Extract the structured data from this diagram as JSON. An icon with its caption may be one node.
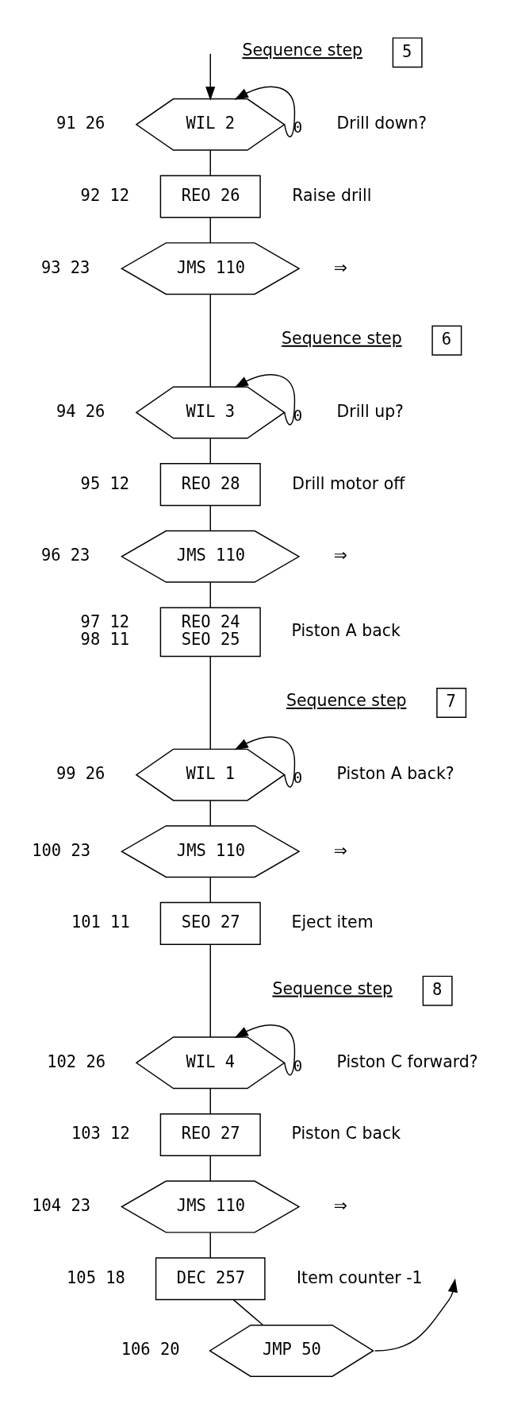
{
  "diagram": {
    "nodes": [
      {
        "text": [
          "5"
        ],
        "beside": [
          "Sequence step"
        ]
      },
      {
        "text": [
          "WIL 2"
        ],
        "beside": [
          "91 26",
          "Drill down?"
        ]
      },
      {
        "text": [
          "REO 26"
        ],
        "beside": [
          "92 12",
          "Raise drill"
        ]
      },
      {
        "text": [
          "JMS 110"
        ],
        "beside": [
          "93 23",
          "⇒"
        ]
      },
      {
        "text": [
          "6"
        ],
        "beside": [
          "Sequence step"
        ]
      },
      {
        "text": [
          "WIL 3"
        ],
        "beside": [
          "94 26",
          "Drill up?"
        ]
      },
      {
        "text": [
          "REO 28"
        ],
        "beside": [
          "95 12",
          "Drill motor off"
        ]
      },
      {
        "text": [
          "JMS 110"
        ],
        "beside": [
          "96 23",
          "⇒"
        ]
      },
      {
        "text": [
          "REO 24",
          "SEO 25"
        ],
        "beside": [
          "97 12",
          "98 11",
          "Piston A back"
        ]
      },
      {
        "text": [
          "7"
        ],
        "beside": [
          "Sequence step"
        ]
      },
      {
        "text": [
          "WIL 1"
        ],
        "beside": [
          "99 26",
          "Piston A back?"
        ]
      },
      {
        "text": [
          "JMS 110"
        ],
        "beside": [
          "100 23",
          "⇒"
        ]
      },
      {
        "text": [
          "SEO 27"
        ],
        "beside": [
          "101 11",
          "Eject item"
        ]
      },
      {
        "text": [
          "8"
        ],
        "beside": [
          "Sequence step"
        ]
      },
      {
        "text": [
          "WIL 4"
        ],
        "beside": [
          "102 26",
          "Piston C forward?"
        ]
      },
      {
        "text": [
          "REO 27"
        ],
        "beside": [
          "103 12",
          "Piston C back"
        ]
      },
      {
        "text": [
          "JMS 110"
        ],
        "beside": [
          "104 23",
          "⇒"
        ]
      },
      {
        "text": [
          "DEC 257"
        ],
        "beside": [
          "105 18",
          "Item counter -1"
        ]
      },
      {
        "text": [
          "JMP 50"
        ],
        "beside": [
          "106 20"
        ]
      }
    ],
    "edges": [
      {
        "from": null,
        "to": 1,
        "arrow": "to"
      },
      {
        "from": 1,
        "to": 1,
        "label": "0",
        "arrow": "to"
      },
      {
        "from": 1,
        "to": 2,
        "arrow": "none"
      },
      {
        "from": 2,
        "to": 3,
        "arrow": "none"
      },
      {
        "from": 3,
        "to": 5,
        "arrow": "none"
      },
      {
        "from": 5,
        "to": 5,
        "label": "0",
        "arrow": "to"
      },
      {
        "from": 5,
        "to": 6,
        "arrow": "none"
      },
      {
        "from": 6,
        "to": 7,
        "arrow": "none"
      },
      {
        "from": 7,
        "to": 8,
        "arrow": "none"
      },
      {
        "from": 8,
        "to": 10,
        "arrow": "none"
      },
      {
        "from": 10,
        "to": 10,
        "label": "0",
        "arrow": "to"
      },
      {
        "from": 10,
        "to": 11,
        "arrow": "none"
      },
      {
        "from": 11,
        "to": 12,
        "arrow": "none"
      },
      {
        "from": 12,
        "to": 14,
        "arrow": "none"
      },
      {
        "from": 14,
        "to": 14,
        "label": "0",
        "arrow": "to"
      },
      {
        "from": 14,
        "to": 15,
        "arrow": "none"
      },
      {
        "from": 15,
        "to": 16,
        "arrow": "none"
      },
      {
        "from": 16,
        "to": 17,
        "arrow": "none"
      },
      {
        "from": 17,
        "to": 18,
        "arrow": "none"
      },
      {
        "from": 18,
        "to": null,
        "arrow": "to"
      }
    ]
  }
}
